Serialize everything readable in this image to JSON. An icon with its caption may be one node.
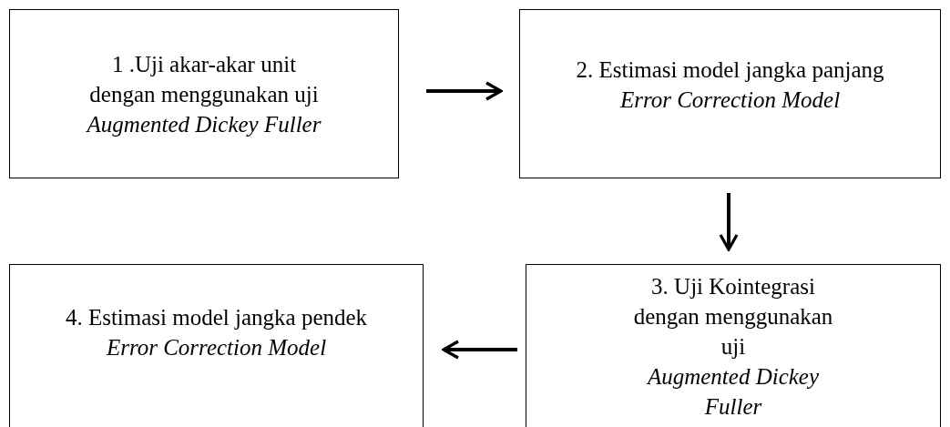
{
  "diagram": {
    "nodes": [
      {
        "text": [
          "1 .Uji akar-akar unit dengan menggunakan uji",
          "Augmented Dickey Fuller"
        ]
      },
      {
        "text": [
          "2. Estimasi model jangka panjang",
          "Error Correction Model"
        ]
      },
      {
        "text": [
          "3. Uji Kointegrasi dengan menggunakan uji",
          "Augmented Dickey Fuller"
        ]
      },
      {
        "text": [
          "4. Estimasi model jangka pendek",
          "Error Correction Model"
        ]
      }
    ],
    "edges": [
      {
        "from": 0,
        "to": 1,
        "arrow": "to"
      },
      {
        "from": 1,
        "to": 2,
        "arrow": "to"
      },
      {
        "from": 2,
        "to": 3,
        "arrow": "to"
      }
    ]
  }
}
